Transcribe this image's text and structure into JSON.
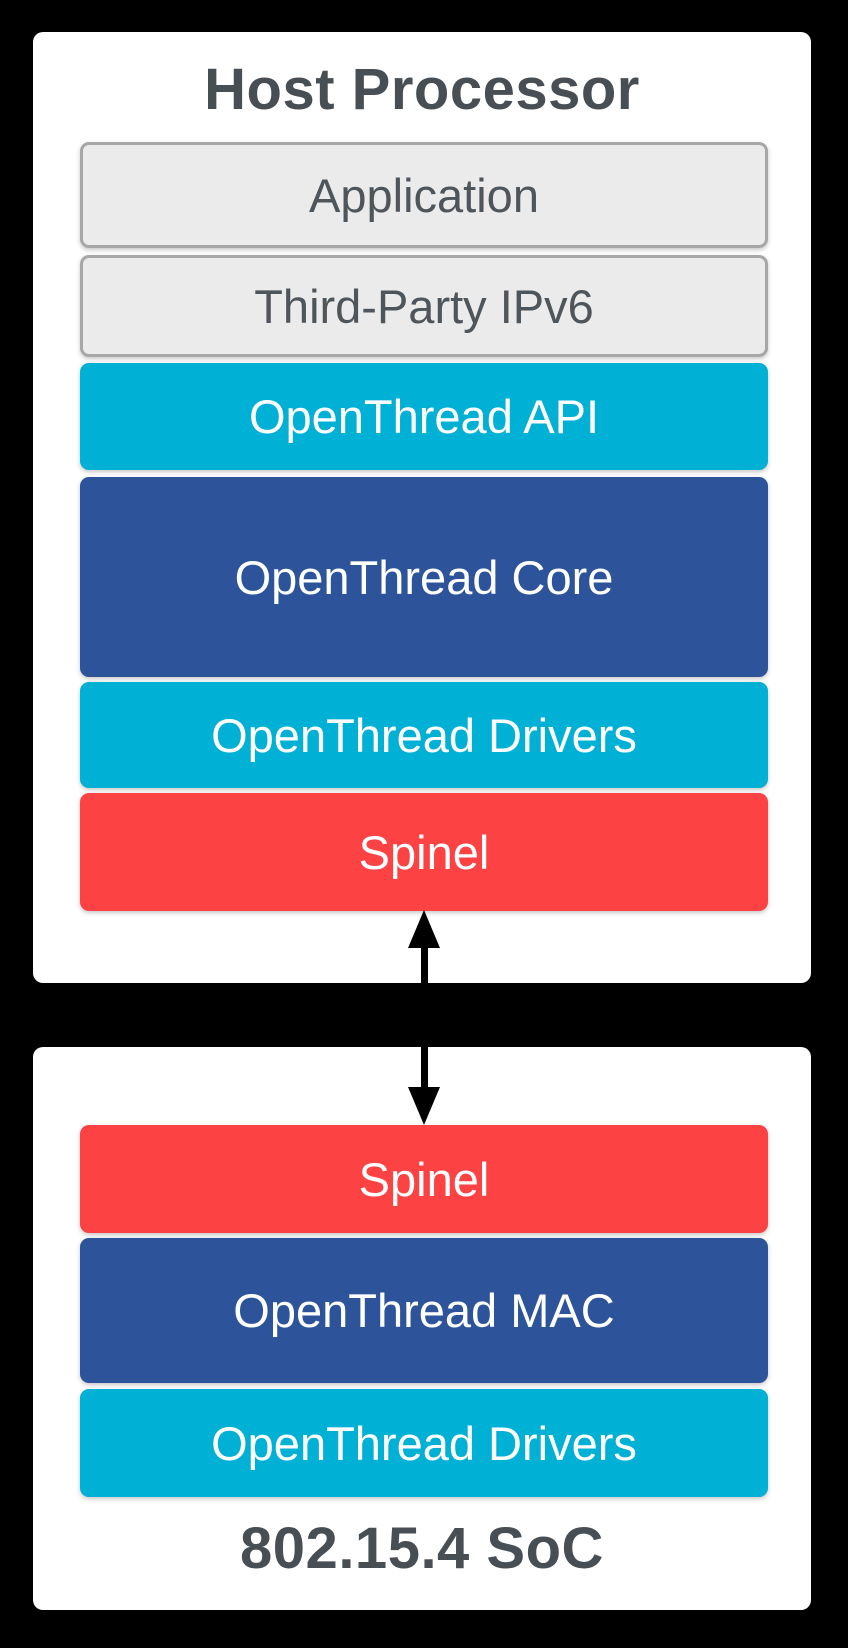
{
  "host": {
    "title": "Host Processor",
    "layers": [
      {
        "label": "Application",
        "style": "gray"
      },
      {
        "label": "Third-Party IPv6",
        "style": "gray"
      },
      {
        "label": "OpenThread API",
        "style": "cyan"
      },
      {
        "label": "OpenThread Core",
        "style": "blue"
      },
      {
        "label": "OpenThread Drivers",
        "style": "cyan"
      },
      {
        "label": "Spinel",
        "style": "red"
      }
    ]
  },
  "soc": {
    "title": "802.15.4 SoC",
    "layers": [
      {
        "label": "Spinel",
        "style": "red"
      },
      {
        "label": "OpenThread MAC",
        "style": "blue"
      },
      {
        "label": "OpenThread Drivers",
        "style": "cyan"
      }
    ]
  },
  "connector": {
    "type": "double-headed-vertical-arrow"
  },
  "colors": {
    "cyan": "#00b0d5",
    "blue": "#2d549a",
    "red": "#fd4243",
    "gray_fill": "#ebebeb",
    "gray_border": "#a7a7a7",
    "title_text": "#484f54",
    "gray_label_text": "#4e555b",
    "light_label_text": "#ffffff",
    "panel_bg": "#ffffff",
    "canvas_bg": "#000000",
    "arrow_color": "#000000"
  }
}
